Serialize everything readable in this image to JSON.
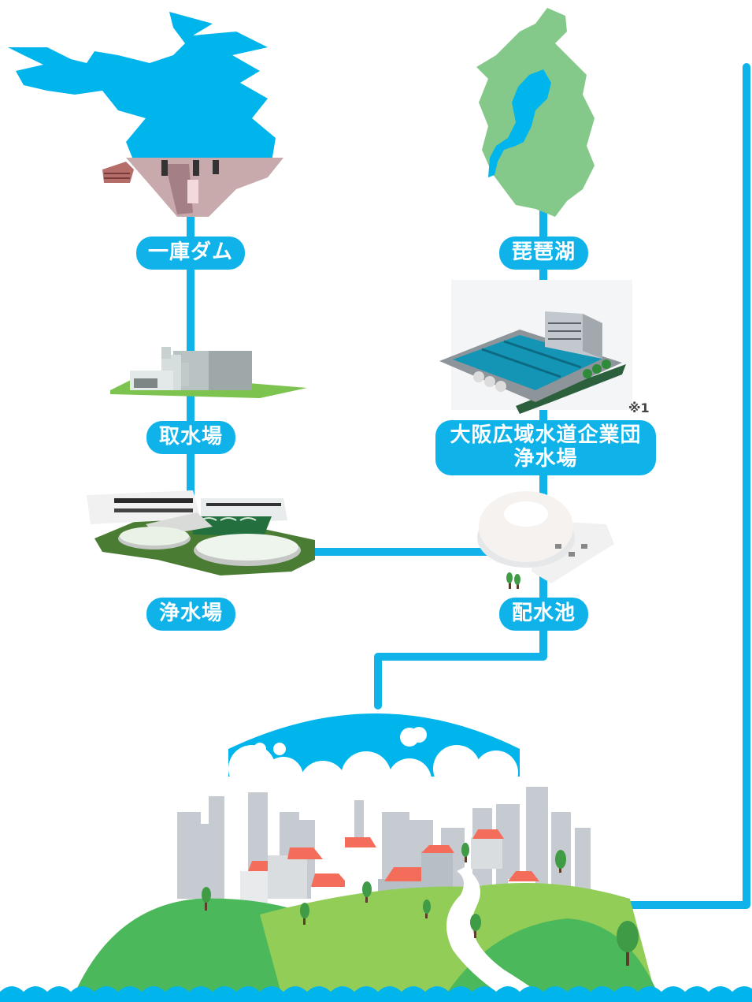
{
  "nodes": {
    "dam": "一庫ダム",
    "intake": "取水場",
    "treatment": "浄水場",
    "lake": "琵琶湖",
    "osaka_line1": "大阪広域水道企業団",
    "osaka_line2": "浄水場",
    "reservoir": "配水池"
  },
  "note": "※1",
  "colors": {
    "pipe": "#0fb3ea",
    "label_bg": "#0fb3ea",
    "lake_land": "#85c98a",
    "hill_green": "#4cb85c"
  }
}
